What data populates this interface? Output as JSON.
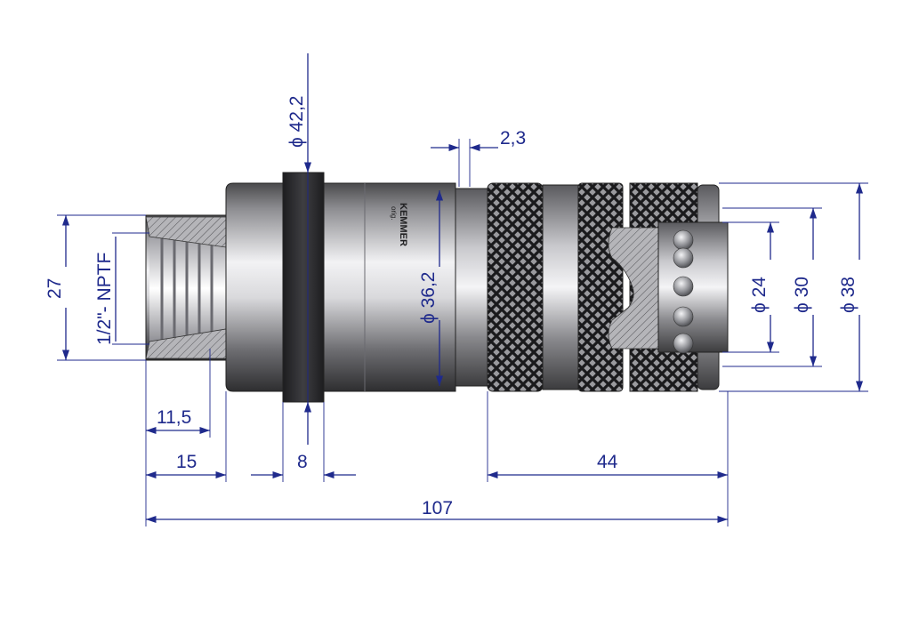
{
  "drawing": {
    "colors": {
      "dimension": "#1f2a8c",
      "metal_light": "#e8e8ea",
      "metal_dark": "#3a3a3c",
      "collar": "#2b2b2d",
      "knurl": "#1c1c1e",
      "ball": "#8e8f94"
    },
    "labels": {
      "d_42_2": "ϕ 42,2",
      "d_2_3": "2,3",
      "d_36_2": "ϕ 36,2",
      "d_24": "ϕ 24",
      "d_30": "ϕ 30",
      "d_38": "ϕ 38",
      "d_27": "27",
      "thread": "1/2\"- NPTF",
      "d_11_5": "11,5",
      "d_15": "15",
      "d_8": "8",
      "d_44": "44",
      "d_107": "107"
    },
    "marking": "KEMMER",
    "marking_sub": "orig."
  }
}
